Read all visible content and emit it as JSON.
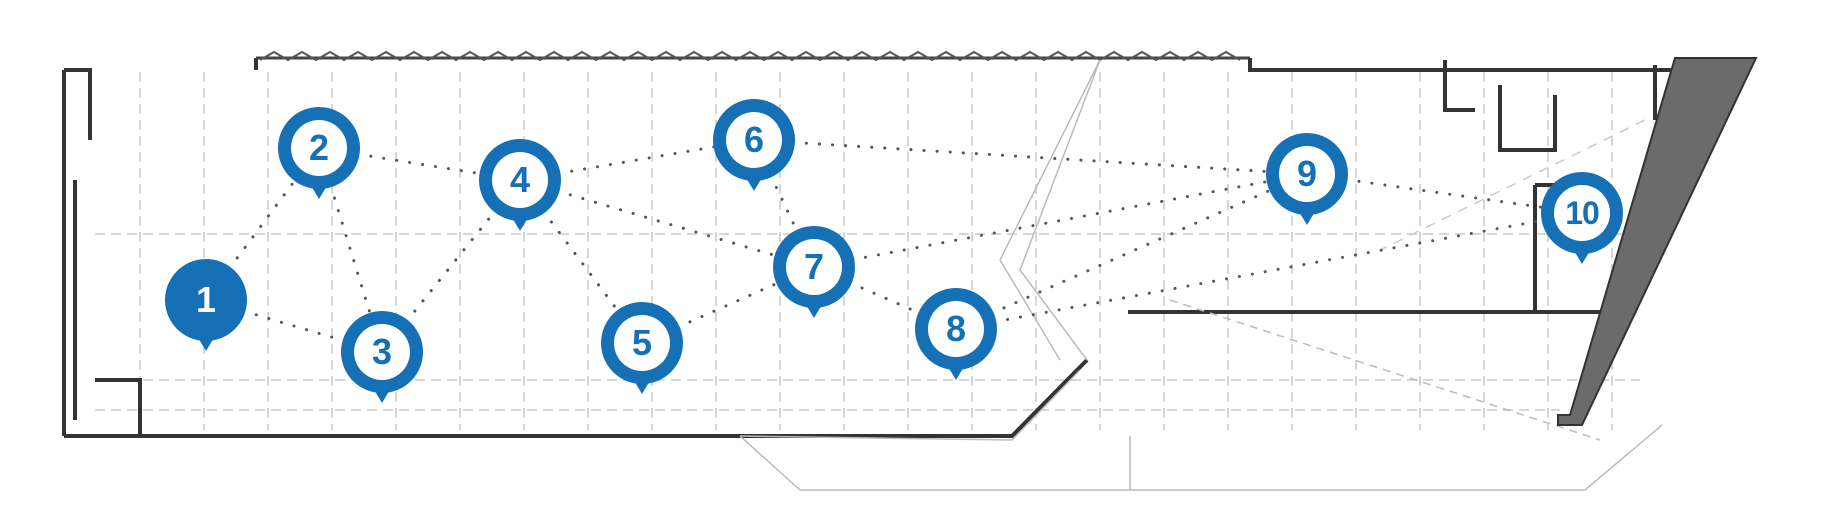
{
  "map": {
    "accent_color": "#1570b5",
    "markers": [
      {
        "label": "1",
        "active": true
      },
      {
        "label": "2",
        "active": false
      },
      {
        "label": "3",
        "active": false
      },
      {
        "label": "4",
        "active": false
      },
      {
        "label": "5",
        "active": false
      },
      {
        "label": "6",
        "active": false
      },
      {
        "label": "7",
        "active": false
      },
      {
        "label": "8",
        "active": false
      },
      {
        "label": "9",
        "active": false
      },
      {
        "label": "10",
        "active": false
      }
    ],
    "routes": [
      [
        "1",
        "2"
      ],
      [
        "1",
        "3"
      ],
      [
        "2",
        "3"
      ],
      [
        "2",
        "4"
      ],
      [
        "3",
        "4"
      ],
      [
        "4",
        "6"
      ],
      [
        "4",
        "5"
      ],
      [
        "4",
        "7"
      ],
      [
        "5",
        "7"
      ],
      [
        "6",
        "7"
      ],
      [
        "6",
        "9"
      ],
      [
        "7",
        "9"
      ],
      [
        "7",
        "8"
      ],
      [
        "8",
        "9"
      ],
      [
        "8",
        "10"
      ],
      [
        "9",
        "10"
      ]
    ]
  }
}
